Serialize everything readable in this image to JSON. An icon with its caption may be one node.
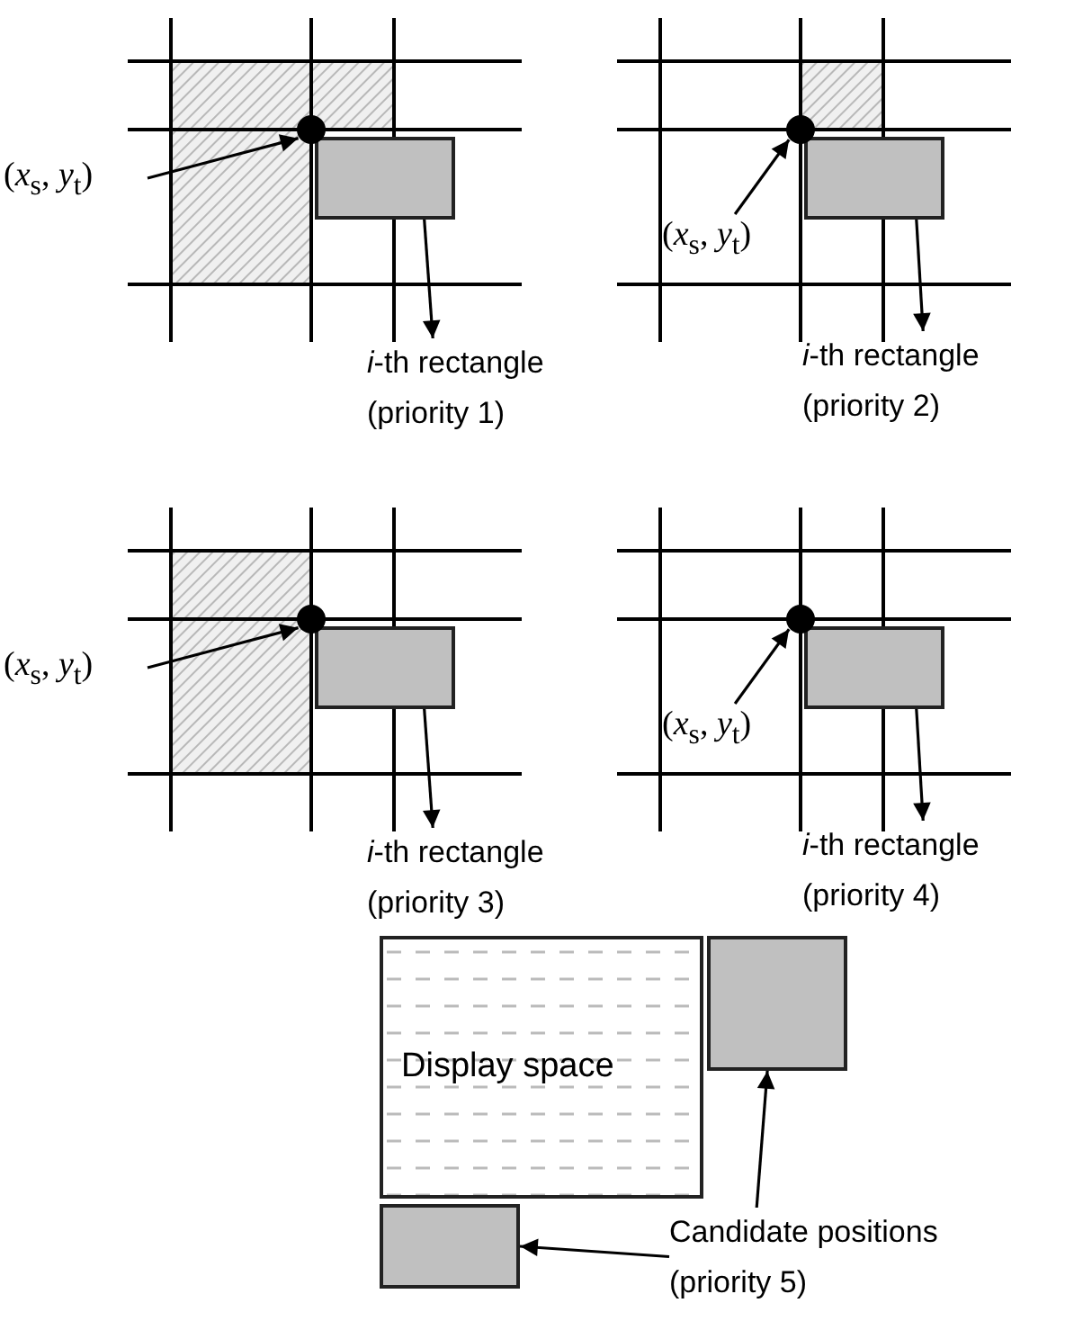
{
  "diagram": {
    "nodes": [
      {
        "text": [
          "(*x*$_{s}$, *y*$_{t}$)"
        ]
      },
      {
        "text": [],
        "shape": "circle"
      },
      {
        "text": [],
        "shape": "box"
      },
      {
        "text": [
          "*i*-th rectangle (priority 1)"
        ]
      },
      {
        "text": [
          "(*x*$_{s}$, *y*$_{t}$)"
        ]
      },
      {
        "text": [],
        "shape": "circle"
      },
      {
        "text": [],
        "shape": "box"
      },
      {
        "text": [
          "*i*-th rectangle (priority 2)"
        ]
      },
      {
        "text": [
          "(*x*$_{s}$, *y*$_{t}$)"
        ]
      },
      {
        "text": [],
        "shape": "circle"
      },
      {
        "text": [],
        "shape": "box"
      },
      {
        "text": [
          "*i*-th rectangle (priority 3)"
        ]
      },
      {
        "text": [
          "(*x*$_{s}$, *y*$_{t}$)"
        ]
      },
      {
        "text": [],
        "shape": "circle"
      },
      {
        "text": [],
        "shape": "box"
      },
      {
        "text": [
          "*i*-th rectangle (priority 4)"
        ]
      },
      {
        "text": [
          "Display space"
        ]
      },
      {
        "text": [],
        "shape": "box"
      },
      {
        "text": [],
        "shape": "box"
      },
      {
        "text": [
          "Candidate positions (priority 5)"
        ]
      }
    ],
    "edges": [
      {
        "from": 0,
        "to": 1,
        "arrow": "to"
      },
      {
        "from": 2,
        "to": 3,
        "arrow": "to"
      },
      {
        "from": 4,
        "to": 5,
        "arrow": "to"
      },
      {
        "from": 6,
        "to": 7,
        "arrow": "to"
      },
      {
        "from": 8,
        "to": 9,
        "arrow": "to"
      },
      {
        "from": 10,
        "to": 11,
        "arrow": "to"
      },
      {
        "from": 12,
        "to": 13,
        "arrow": "to"
      },
      {
        "from": 14,
        "to": 15,
        "arrow": "to"
      },
      {
        "from": 19,
        "to": 17,
        "arrow": "to"
      },
      {
        "from": 19,
        "to": 18,
        "arrow": "to"
      }
    ]
  }
}
